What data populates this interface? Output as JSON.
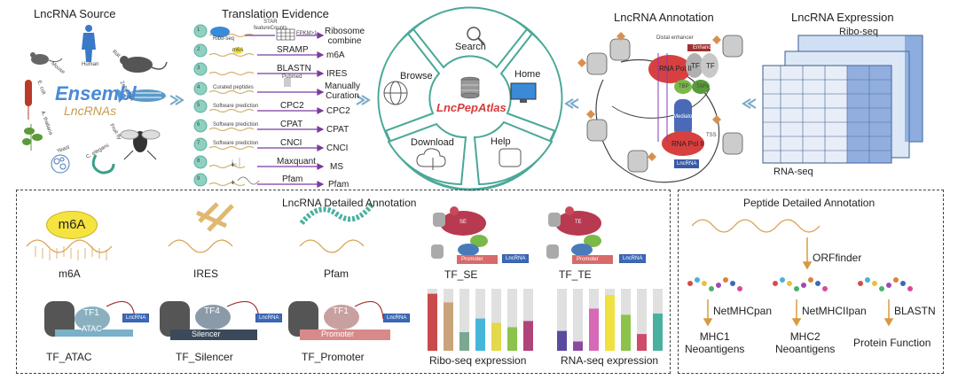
{
  "source": {
    "title": "LncRNA Source",
    "ensembl": "Ensembl",
    "lncrnas": "LncRNAs",
    "species": [
      "Human",
      "Mouse",
      "Rat",
      "Zebrafish",
      "Fruit fly",
      "C. elegans",
      "Yeast",
      "A. thaliana",
      "E. coli"
    ]
  },
  "evidence": {
    "title": "Translation Evidence",
    "rows": [
      {
        "num": "1",
        "tool": "STAR\nfeatureCounts",
        "extra": "FPKM>1",
        "result": "Ribosome\ncombine",
        "prefix": "Ribo-seq"
      },
      {
        "num": "2",
        "tool": "SRAMP",
        "result": "m6A",
        "prefix": "m6A"
      },
      {
        "num": "3",
        "tool": "BLASTN",
        "result": "IRES",
        "prefix": ""
      },
      {
        "num": "4",
        "tool": "Pubmed",
        "result": "Manually\nCuration",
        "prefix": "Curated peptides"
      },
      {
        "num": "5",
        "tool": "CPC2",
        "result": "CPC2",
        "prefix": "Software prediction"
      },
      {
        "num": "6",
        "tool": "CPAT",
        "result": "CPAT",
        "prefix": "Software prediction"
      },
      {
        "num": "7",
        "tool": "CNCI",
        "result": "CNCI",
        "prefix": "Software prediction"
      },
      {
        "num": "8",
        "tool": "Maxquant",
        "result": "MS",
        "prefix": "+"
      },
      {
        "num": "9",
        "tool": "Pfam",
        "result": "Pfam",
        "prefix": "+"
      }
    ]
  },
  "hub": {
    "center": "LncPepAtlas",
    "segments": [
      "Search",
      "Home",
      "Help",
      "Download",
      "Browse"
    ]
  },
  "annotation": {
    "title": "LncRNA Annotation",
    "distal": "Distal enhancer",
    "enhancer": "Enhancer",
    "pol2": "RNA Pol II",
    "tf": "TF",
    "tbp": "TBP",
    "taf": "TAFs",
    "mediator": "Mediator",
    "tss": "TSS",
    "lncrna": "LncRNA"
  },
  "expression": {
    "title": "LncRNA Expression",
    "ribo": "Ribo-seq",
    "rna": "RNA-seq"
  },
  "detailed": {
    "title": "LncRNA  Detailed Annotation",
    "m6a_badge": "m6A",
    "m6a": "m6A",
    "ires": "IRES",
    "pfam": "Pfam",
    "tf_se": "TF_SE",
    "tf_te": "TF_TE",
    "tf_atac": "TF_ATAC",
    "tf_silencer": "TF_Silencer",
    "tf_promoter": "TF_Promoter",
    "se": "SE",
    "te": "TE",
    "promoter": "Promoter",
    "lncrna": "LncRNA",
    "tf1": "TF1",
    "tf4": "TF4",
    "atac": "ATAC",
    "silencer": "Silencer",
    "ribo_expr": "Ribo-seq expression",
    "rna_expr": "RNA-seq expression",
    "ribo_bars": [
      0.92,
      0.78,
      0.3,
      0.52,
      0.45,
      0.38,
      0.48
    ],
    "rna_bars": [
      0.32,
      0.15,
      0.68,
      0.9,
      0.58,
      0.27,
      0.6
    ],
    "ribo_colors": [
      "#c94a4a",
      "#c9a47a",
      "#7aa890",
      "#45b6d8",
      "#e3d94a",
      "#8cc34a",
      "#b0437a"
    ],
    "rna_colors": [
      "#5a4aa0",
      "#8a4aa0",
      "#d66ab6",
      "#f0e040",
      "#8cc34a",
      "#d04a6a",
      "#4ab0a0"
    ]
  },
  "peptide": {
    "title": "Peptide Detailed Annotation",
    "orffinder": "ORFfinder",
    "tools": [
      "NetMHCpan",
      "NetMHCIIpan",
      "BLASTN"
    ],
    "outputs": [
      "MHC1\nNeoantigens",
      "MHC2\nNeoantigens",
      "Protein Function"
    ]
  }
}
